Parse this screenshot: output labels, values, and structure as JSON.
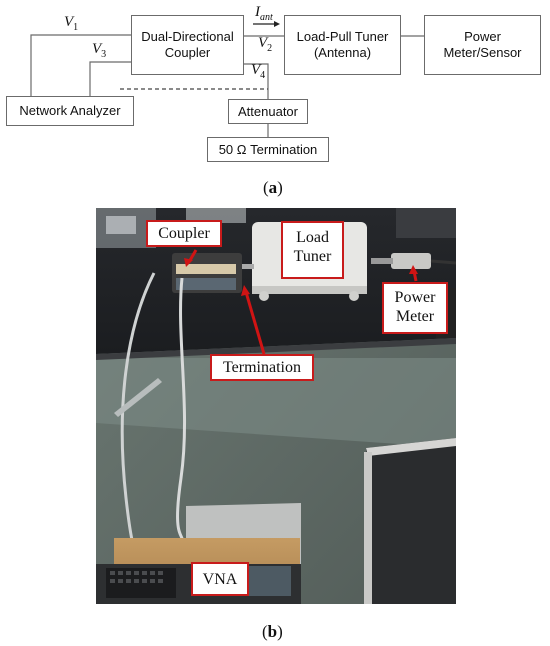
{
  "figure_a": {
    "blocks": {
      "coupler": "Dual-Directional Coupler",
      "tuner": "Load-Pull Tuner (Antenna)",
      "power_meter": "Power Meter/Sensor",
      "network_analyzer": "Network Analyzer",
      "attenuator": "Attenuator",
      "termination": "50 Ω Termination"
    },
    "labels": {
      "v1": "V",
      "v1_sub": "1",
      "v2": "V",
      "v2_sub": "2",
      "v3": "V",
      "v3_sub": "3",
      "v4": "V",
      "v4_sub": "4",
      "iant": "I",
      "iant_sub": "ant"
    },
    "caption_open": "(",
    "caption_letter": "a",
    "caption_close": ")"
  },
  "figure_b": {
    "callouts": {
      "coupler": "Coupler",
      "load_tuner": "Load Tuner",
      "power_meter": "Power Meter",
      "termination": "Termination",
      "vna": "VNA"
    },
    "caption_open": "(",
    "caption_letter": "b",
    "caption_close": ")"
  },
  "colors": {
    "callout_border": "#c81b1b",
    "arrow": "#d01414",
    "line": "#6b6b6b"
  }
}
